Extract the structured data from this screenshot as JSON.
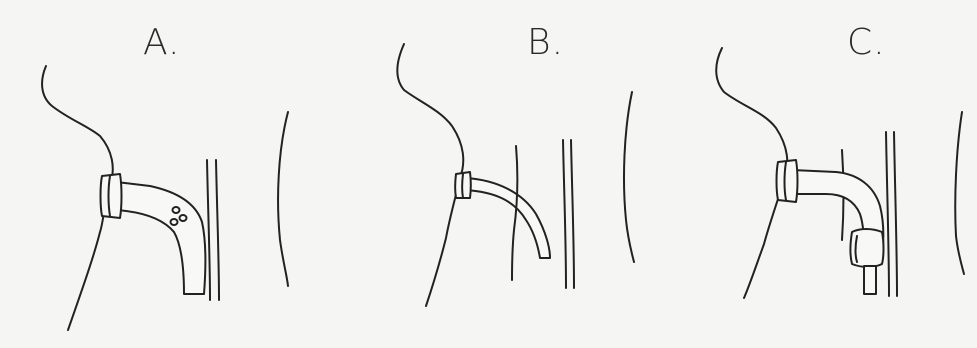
{
  "panels": [
    {
      "label": "A.",
      "depicts": "tube-with-side-holes"
    },
    {
      "label": "B.",
      "depicts": "thin-curved-tube"
    },
    {
      "label": "C.",
      "depicts": "tube-with-cuff"
    }
  ],
  "colors": {
    "background": "#f5f5f3",
    "ink": "#222222"
  }
}
